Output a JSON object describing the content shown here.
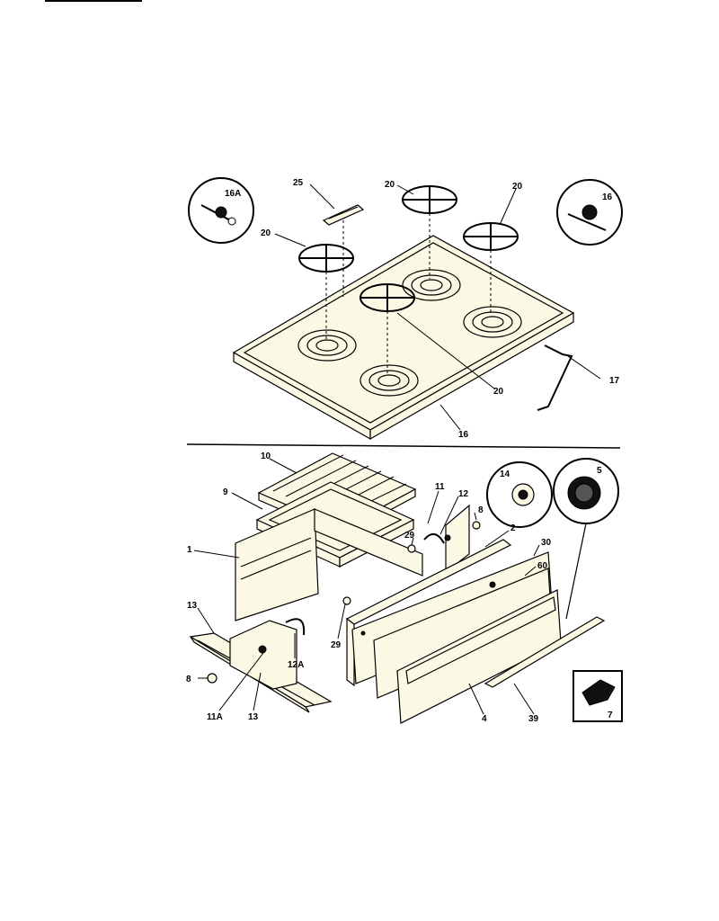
{
  "header": {
    "text_left": "",
    "text_mid": ""
  },
  "labels": {
    "l25": "25",
    "l20a": "20",
    "l20b": "20",
    "l20c": "20",
    "l20d": "20",
    "l16A": "16A",
    "l16b": "16",
    "l16": "16",
    "l17": "17",
    "l10": "10",
    "l9": "9",
    "l1": "1",
    "l11": "11",
    "l12": "12",
    "l14": "14",
    "l5": "5",
    "l8a": "8",
    "l2": "2",
    "l30": "30",
    "l60": "60",
    "l29a": "29",
    "l29b": "29",
    "l13a": "13",
    "l12A": "12A",
    "l8b": "8",
    "l11A": "11A",
    "l13b": "13",
    "l4": "4",
    "l39": "39",
    "l7": "7"
  }
}
